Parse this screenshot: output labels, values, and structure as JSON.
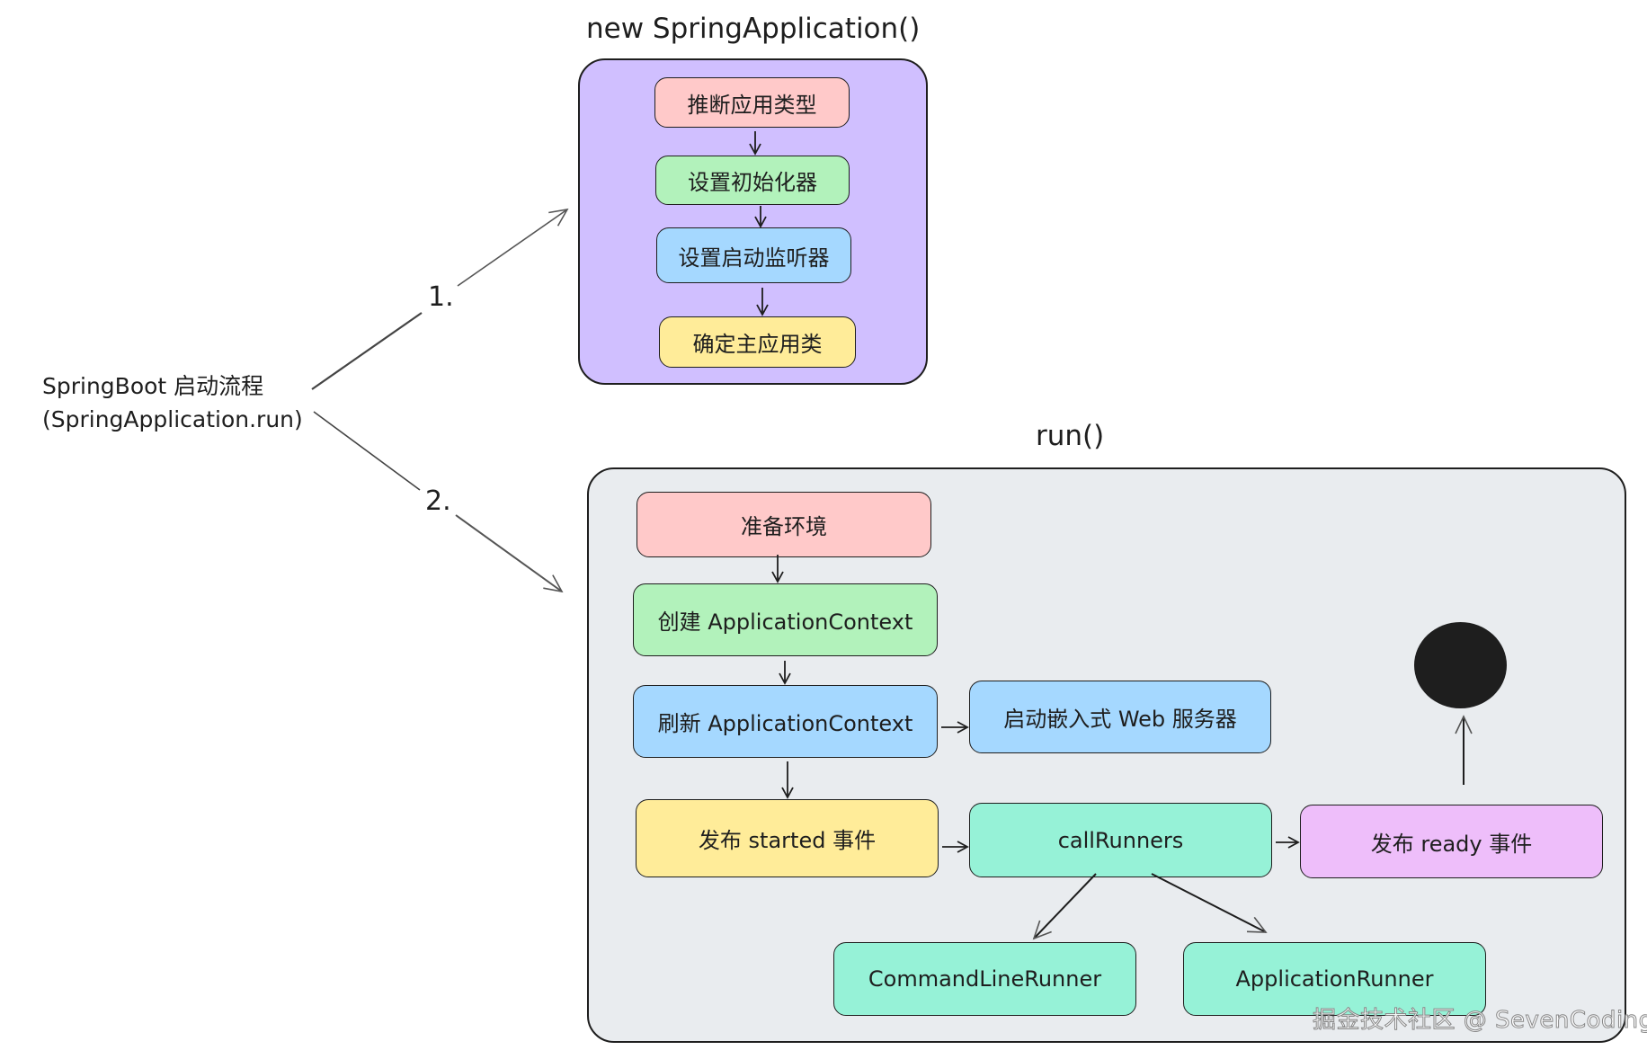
{
  "root_label": {
    "line1": "SpringBoot 启动流程",
    "line2": "(SpringApplication.run)"
  },
  "steps": {
    "step1": "1.",
    "step2": "2."
  },
  "new_app": {
    "title": "new SpringApplication()",
    "color": "#d0bfff",
    "nodes": [
      {
        "label": "推断应用类型",
        "color": "#ffc9c9"
      },
      {
        "label": "设置初始化器",
        "color": "#b2f2bb"
      },
      {
        "label": "设置启动监听器",
        "color": "#a5d8ff"
      },
      {
        "label": "确定主应用类",
        "color": "#ffec99"
      }
    ]
  },
  "run": {
    "title": "run()",
    "color": "#e9ecef",
    "nodes": {
      "prepare_env": {
        "label": "准备环境",
        "color": "#ffc9c9"
      },
      "create_ctx": {
        "label": "创建 ApplicationContext",
        "color": "#b2f2bb"
      },
      "refresh_ctx": {
        "label": "刷新 ApplicationContext",
        "color": "#a5d8ff"
      },
      "start_web": {
        "label": "启动嵌入式 Web 服务器",
        "color": "#a5d8ff"
      },
      "started_event": {
        "label": "发布 started 事件",
        "color": "#ffec99"
      },
      "call_runners": {
        "label": "callRunners",
        "color": "#96f2d7"
      },
      "ready_event": {
        "label": "发布 ready 事件",
        "color": "#eebefa"
      },
      "cmd_runner": {
        "label": "CommandLineRunner",
        "color": "#96f2d7"
      },
      "app_runner": {
        "label": "ApplicationRunner",
        "color": "#96f2d7"
      }
    },
    "end_color": "#1e1e1e"
  },
  "watermark": "掘金技术社区 @ SevenCoding"
}
